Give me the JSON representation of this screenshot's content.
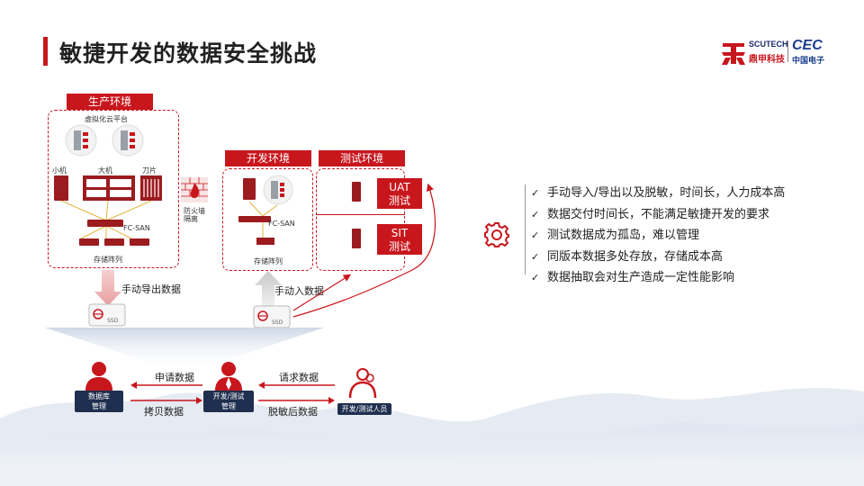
{
  "title": "敏捷开发的数据安全挑战",
  "logo": {
    "brand_en": "SCUTECH",
    "brand_cn": "鼎甲科技",
    "partner_en": "CEC",
    "partner_cn": "中国电子"
  },
  "colors": {
    "accent": "#c8161d",
    "dark": "#1f2f4f"
  },
  "production": {
    "label": "生产环境",
    "platform": "虚拟化云平台",
    "servers": [
      "小机",
      "大机",
      "刀片"
    ],
    "san": "FC-SAN",
    "storage": "存储阵列"
  },
  "firewall": "防火墙\n隔离",
  "dev": {
    "label": "开发环境",
    "san": "FC-SAN",
    "storage": "存储阵列"
  },
  "test": {
    "label": "测试环境",
    "uat": "UAT\n测试",
    "sit": "SIT\n测试"
  },
  "flows": {
    "export": "手动导出数据",
    "import": "手动入数据",
    "ssd": "SSD"
  },
  "roles": {
    "db_admin": "数据库\n管理",
    "dev_admin": "开发/测试\n管理",
    "dev_user": "开发/测试人员",
    "apply": "申请数据",
    "copy": "拷贝数据",
    "request": "请求数据",
    "masked": "脱敏后数据"
  },
  "challenges": [
    "手动导入/导出以及脱敏，时间长，人力成本高",
    "数据交付时间长，不能满足敏捷开发的要求",
    "测试数据成为孤岛，难以管理",
    "同版本数据多处存放，存储成本高",
    "数据抽取会对生产造成一定性能影响"
  ],
  "icons": {
    "gear": "gear-icon",
    "check": "✓"
  }
}
